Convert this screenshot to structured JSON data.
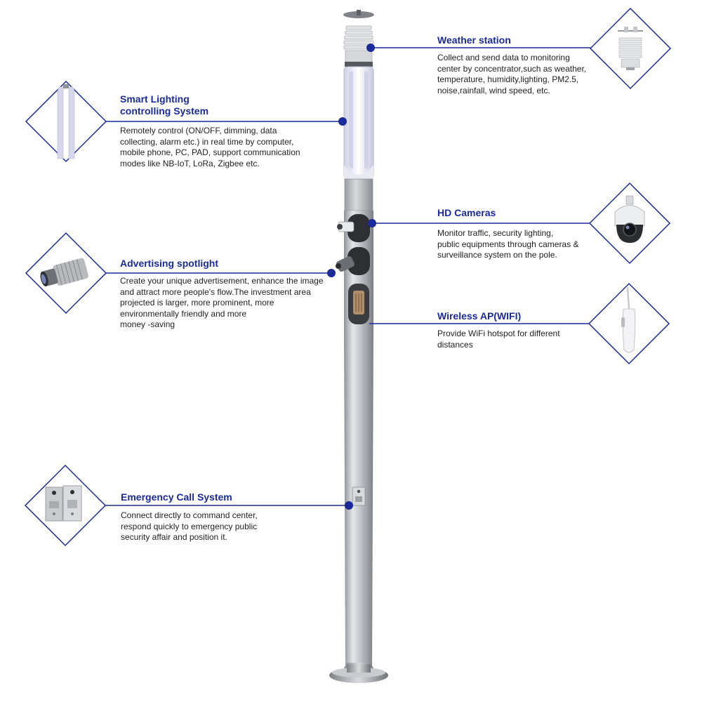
{
  "colors": {
    "accent": "#1a2a9c",
    "line": "#1b2a9a",
    "text": "#222222",
    "pole": "#b9bcc1"
  },
  "features": {
    "weather": {
      "title": "Weather station",
      "description": "Collect and send data to monitoring\ncenter by concentrator,such as weather,\ntemperature, humidity,lighting, PM2.5,\nnoise,rainfall, wind speed, etc.",
      "icon": "weather-station-icon"
    },
    "lighting": {
      "title": "Smart Lighting\ncontrolling System",
      "description": "Remotely control (ON/OFF, dimming, data\ncollecting, alarm etc.) in real time by computer,\nmobile phone, PC, PAD, support communication\nmodes like NB-IoT, LoRa, Zigbee etc.",
      "icon": "led-lamp-icon"
    },
    "cameras": {
      "title": "HD Cameras",
      "description": "Monitor traffic, security lighting,\npublic equipments through cameras &\nsurveillance system on the pole.",
      "icon": "dome-camera-icon"
    },
    "spotlight": {
      "title": "Advertising spotlight",
      "description": "Create your unique advertisement, enhance the image\nand attract more people's flow.The investment area\nprojected is larger, more prominent, more\nenvironmentally friendly and more\nmoney -saving",
      "icon": "spotlight-projector-icon"
    },
    "wifi": {
      "title": "Wireless AP(WIFI)",
      "description": "Provide WiFi hotspot for different\ndistances",
      "icon": "wifi-antenna-icon"
    },
    "emergency": {
      "title": "Emergency Call System",
      "description": "Connect directly to command center,\nrespond quickly to emergency public\nsecurity affair and position it.",
      "icon": "intercom-panel-icon"
    }
  }
}
